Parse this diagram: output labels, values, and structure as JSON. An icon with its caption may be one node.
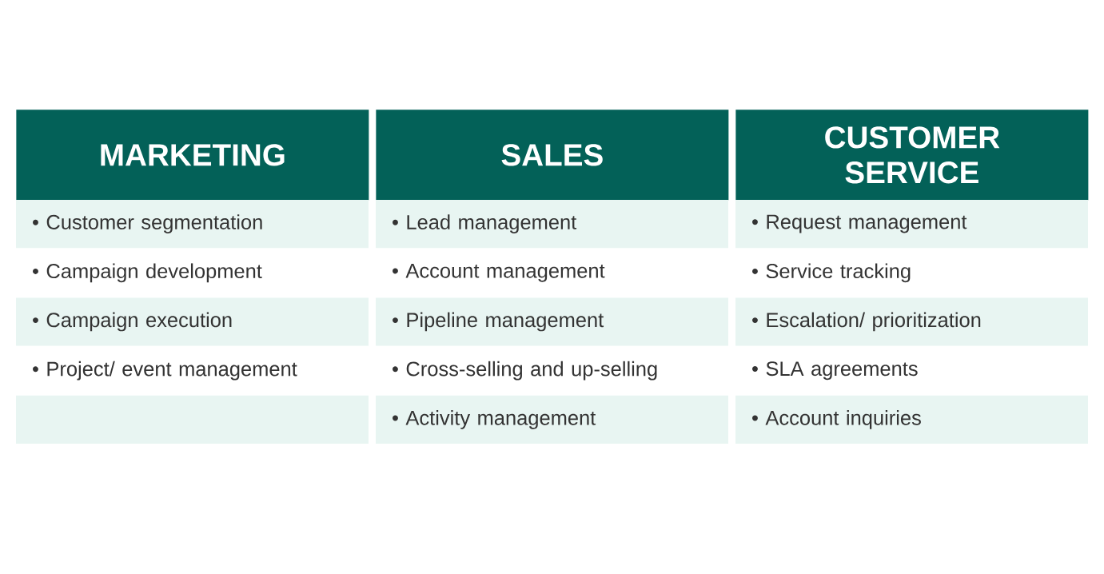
{
  "diagram": {
    "nodes": [
      {
        "text": [
          "MARKETING"
        ]
      },
      {
        "text": [
          "SALES"
        ]
      },
      {
        "text": [
          "CUSTOMER SERVICE"
        ]
      },
      {
        "text": [
          "• Customer segmentation"
        ]
      },
      {
        "text": [
          "• Lead management"
        ]
      },
      {
        "text": [
          "• Request management"
        ]
      },
      {
        "text": [
          "• Campaign development"
        ]
      },
      {
        "text": [
          "• Account management"
        ]
      },
      {
        "text": [
          "• Service tracking"
        ]
      },
      {
        "text": [
          "• Campaign execution"
        ]
      },
      {
        "text": [
          "• Pipeline management"
        ]
      },
      {
        "text": [
          "• Escalation/ prioritization"
        ]
      },
      {
        "text": [
          "• Project/ event management"
        ]
      },
      {
        "text": [
          "• Cross-selling and up-selling"
        ]
      },
      {
        "text": [
          "• SLA agreements"
        ]
      },
      {
        "text": [],
        "shape": "box"
      },
      {
        "text": [
          "• Activity management"
        ]
      },
      {
        "text": [
          "• Account inquiries"
        ]
      }
    ]
  }
}
